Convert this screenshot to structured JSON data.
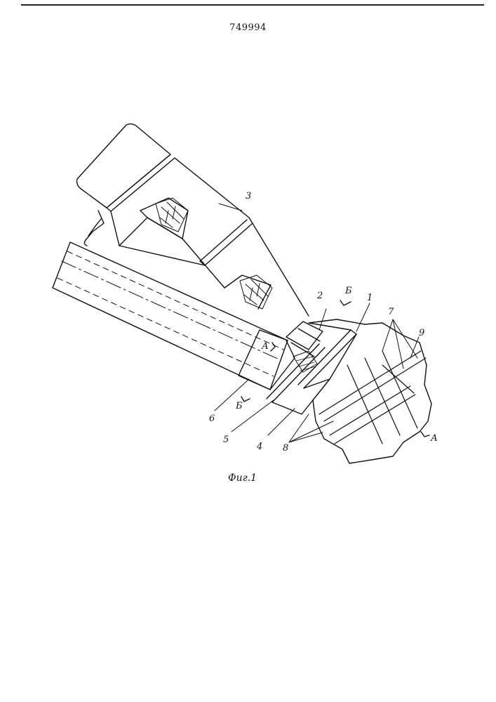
{
  "document": {
    "patent_number": "749994",
    "figure_caption": "Фиг.1"
  },
  "figure": {
    "labels": {
      "l1": "1",
      "l2": "2",
      "l3": "3",
      "l4": "4",
      "l5": "5",
      "l6": "6",
      "l7": "7",
      "l8": "8",
      "l9": "9",
      "section_a_top": "А",
      "section_a_bottom": "А",
      "section_b_top": "Б",
      "section_b_bottom": "Б"
    }
  },
  "colors": {
    "ink": "#111111",
    "paper": "#ffffff"
  }
}
